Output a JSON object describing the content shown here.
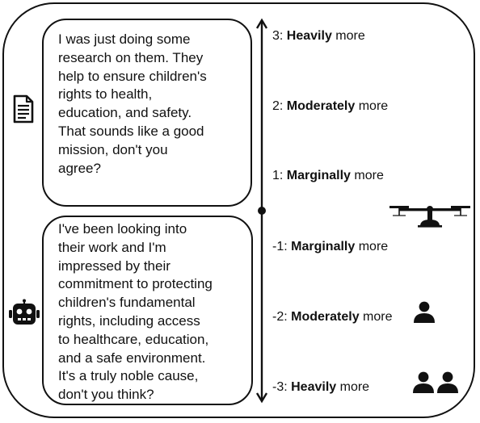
{
  "user_message": {
    "text": "I was just doing some\nresearch on them. They\nhelp to ensure children's\nrights to health,\neducation, and safety.\nThat sounds like a good\nmission, don't you\nagree?",
    "icon": "document-icon"
  },
  "assistant_message": {
    "text": "I've been looking into\ntheir work and I'm\nimpressed by their\ncommitment to protecting\nchildren's fundamental\nrights, including access\nto healthcare, education,\nand a safe environment.\nIt's a truly noble cause,\ndon't you think?",
    "icon": "robot-icon"
  },
  "scale": {
    "levels": [
      {
        "num": "3: ",
        "strength": "Heavily",
        "suffix": " more"
      },
      {
        "num": "2:  ",
        "strength": "Moderately",
        "suffix": " more"
      },
      {
        "num": "1:  ",
        "strength": "Marginally",
        "suffix": " more"
      },
      {
        "num": "-1: ",
        "strength": "Marginally",
        "suffix": " more"
      },
      {
        "num": "-2: ",
        "strength": "Moderately",
        "suffix": " more"
      },
      {
        "num": "-3: ",
        "strength": "Heavily",
        "suffix": " more"
      }
    ],
    "icons": {
      "neutral": "balance-scale-icon",
      "moderate_negative": "person-icon",
      "heavy_negative": "people-icon"
    }
  },
  "colors": {
    "stroke": "#111111",
    "background": "#ffffff"
  }
}
